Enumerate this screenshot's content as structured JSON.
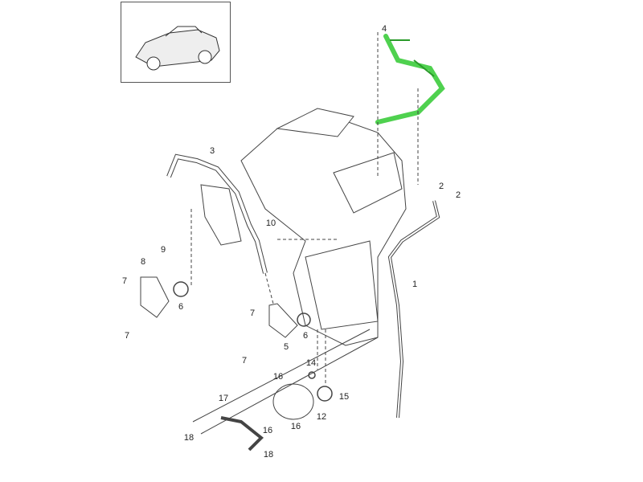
{
  "diagram": {
    "thumbnail": {
      "label": "vehicle-thumbnail"
    },
    "highlight_color": "#4fd14f",
    "callouts": [
      {
        "id": "p4",
        "text": "4"
      },
      {
        "id": "p3",
        "text": "3"
      },
      {
        "id": "p2a",
        "text": "2"
      },
      {
        "id": "p2b",
        "text": "2"
      },
      {
        "id": "p10",
        "text": "10"
      },
      {
        "id": "p9",
        "text": "9"
      },
      {
        "id": "p8",
        "text": "8"
      },
      {
        "id": "p1",
        "text": "1"
      },
      {
        "id": "p7a",
        "text": "7"
      },
      {
        "id": "p6a",
        "text": "6"
      },
      {
        "id": "p7b",
        "text": "7"
      },
      {
        "id": "p7c",
        "text": "7"
      },
      {
        "id": "p6b",
        "text": "6"
      },
      {
        "id": "p5",
        "text": "5"
      },
      {
        "id": "p7d",
        "text": "7"
      },
      {
        "id": "p14",
        "text": "14"
      },
      {
        "id": "p16a",
        "text": "16"
      },
      {
        "id": "p15",
        "text": "15"
      },
      {
        "id": "p17",
        "text": "17"
      },
      {
        "id": "p12",
        "text": "12"
      },
      {
        "id": "p16b",
        "text": "16"
      },
      {
        "id": "p16c",
        "text": "16"
      },
      {
        "id": "p18a",
        "text": "18"
      },
      {
        "id": "p18b",
        "text": "18"
      }
    ]
  }
}
